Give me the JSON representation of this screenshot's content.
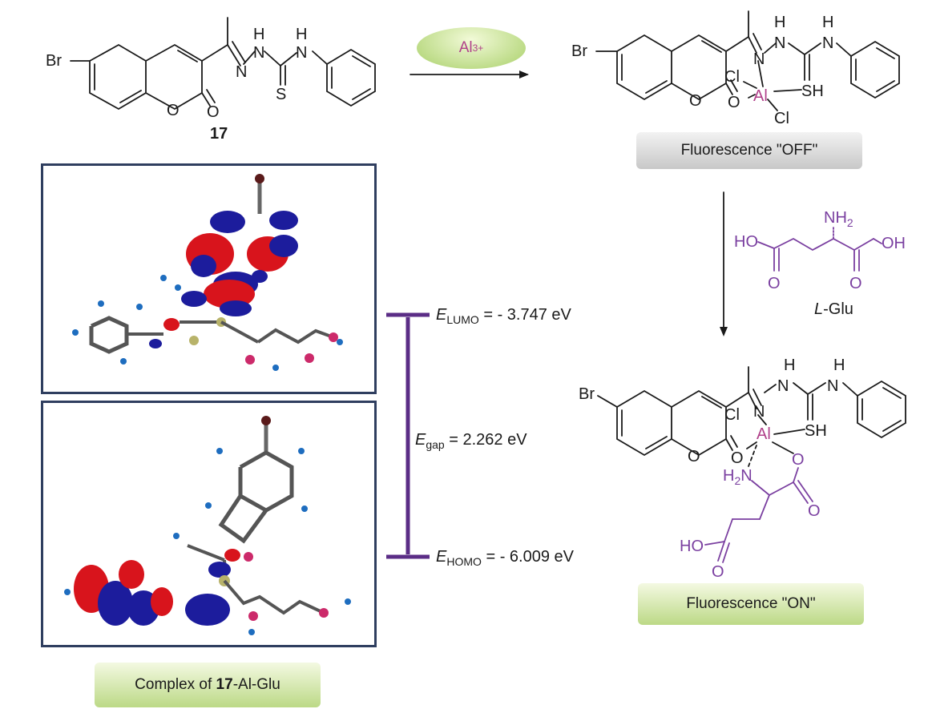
{
  "reaction": {
    "compound_number": "17",
    "reagent_label": "Al",
    "reagent_charge": "3+",
    "analyte_name_italic": "L",
    "analyte_name_rest": "-Glu"
  },
  "states": {
    "off_label": "Fluorescence \"OFF\"",
    "on_label": "Fluorescence \"ON\""
  },
  "complex_caption": {
    "prefix": "Complex of ",
    "bold": "17",
    "suffix": "-Al-Glu"
  },
  "energies": {
    "lumo_symbol": "E",
    "lumo_sub": "LUMO",
    "lumo_value": " = - 3.747 eV",
    "gap_symbol": "E",
    "gap_sub": "gap",
    "gap_value": " = 2.262 eV",
    "homo_symbol": "E",
    "homo_sub": "HOMO",
    "homo_value": " = - 6.009 eV"
  },
  "atoms": {
    "br": "Br",
    "o": "O",
    "n": "N",
    "h": "H",
    "s": "S",
    "sh": "SH",
    "cl": "Cl",
    "al": "Al",
    "nh2": "NH",
    "h2n": "H",
    "sub2": "2",
    "ho": "HO",
    "oh": "OH"
  },
  "colors": {
    "frame": "#2f3e5f",
    "energy_level": "#5b2d86",
    "purple_structure": "#7a3fa0",
    "metal": "#b0408a",
    "orbital_red": "#d8141c",
    "orbital_blue": "#1c1c9c"
  }
}
